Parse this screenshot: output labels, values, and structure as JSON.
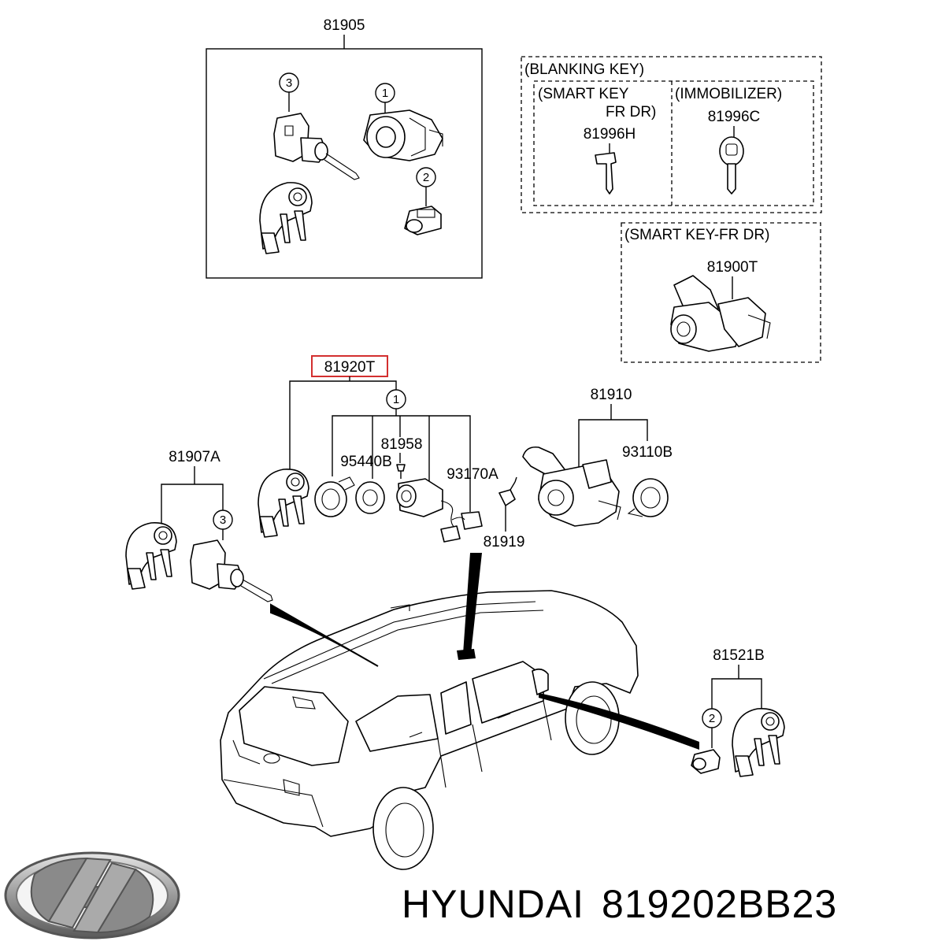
{
  "parts": {
    "p81905": "81905",
    "blanking": "(BLANKING KEY)",
    "smart_key_1": "(SMART KEY",
    "smart_key_2": "FR DR)",
    "immobilizer": "(IMMOBILIZER)",
    "p81996h": "81996H",
    "p81996c": "81996C",
    "smart_key_fr_dr": "(SMART KEY-FR DR)",
    "p81900t": "81900T",
    "p81920t": "81920T",
    "p81910": "81910",
    "p81958": "81958",
    "p95440b": "95440B",
    "p93170a": "93170A",
    "p93110b": "93110B",
    "p81919": "81919",
    "p81907a": "81907A",
    "p81521b": "81521B"
  },
  "callouts": {
    "one": "1",
    "two": "2",
    "three": "3"
  },
  "footer": {
    "brand": "HYUNDAI",
    "part_number": "819202BB23"
  },
  "colors": {
    "highlight_box": "#d32f2f",
    "line": "#000000"
  }
}
